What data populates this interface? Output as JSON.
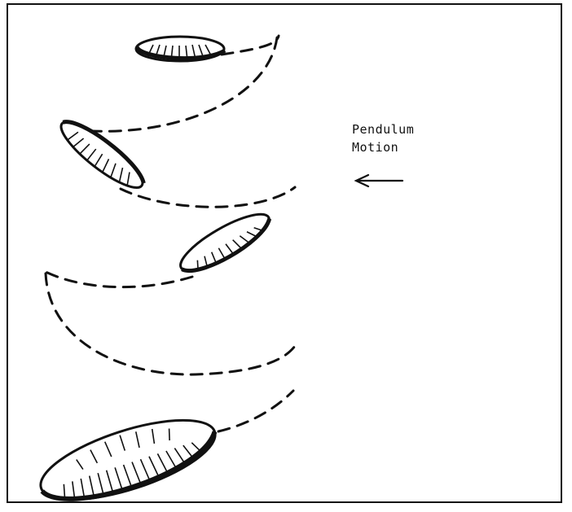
{
  "diagram": {
    "label_lines": [
      "Pendulum",
      "Motion"
    ],
    "arrow_direction": "left",
    "stroke_color": "#111111",
    "background_color": "#ffffff"
  }
}
